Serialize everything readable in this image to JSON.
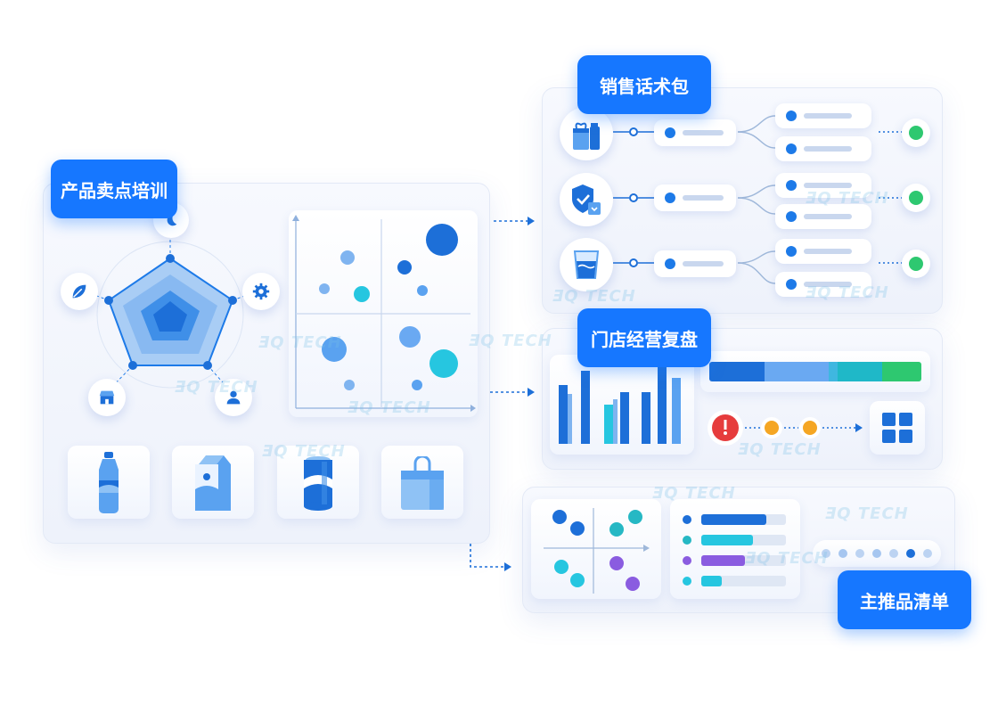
{
  "labels": {
    "product_training": "产品卖点培训",
    "sales_pack": "销售话术包",
    "store_review": "门店经营复盘",
    "main_products": "主推品清单"
  },
  "watermark": "ƎQ TECH",
  "colors": {
    "accent": "#1677ff",
    "panel": "#f4f7fd",
    "teal": "#20c0d8",
    "green": "#2ec870",
    "purple": "#8a5ce0",
    "red": "#e63c3c",
    "orange": "#f5a623"
  },
  "icons": {
    "radar_nodes": [
      "moon-icon",
      "gear-icon",
      "user-icon",
      "shop-icon",
      "leaf-icon"
    ],
    "products": [
      "water-bottle-icon",
      "milk-carton-icon",
      "soda-can-icon",
      "gift-box-icon"
    ],
    "sales_rows": [
      "gift-drink-icon",
      "shield-check-icon",
      "cup-icon"
    ]
  }
}
